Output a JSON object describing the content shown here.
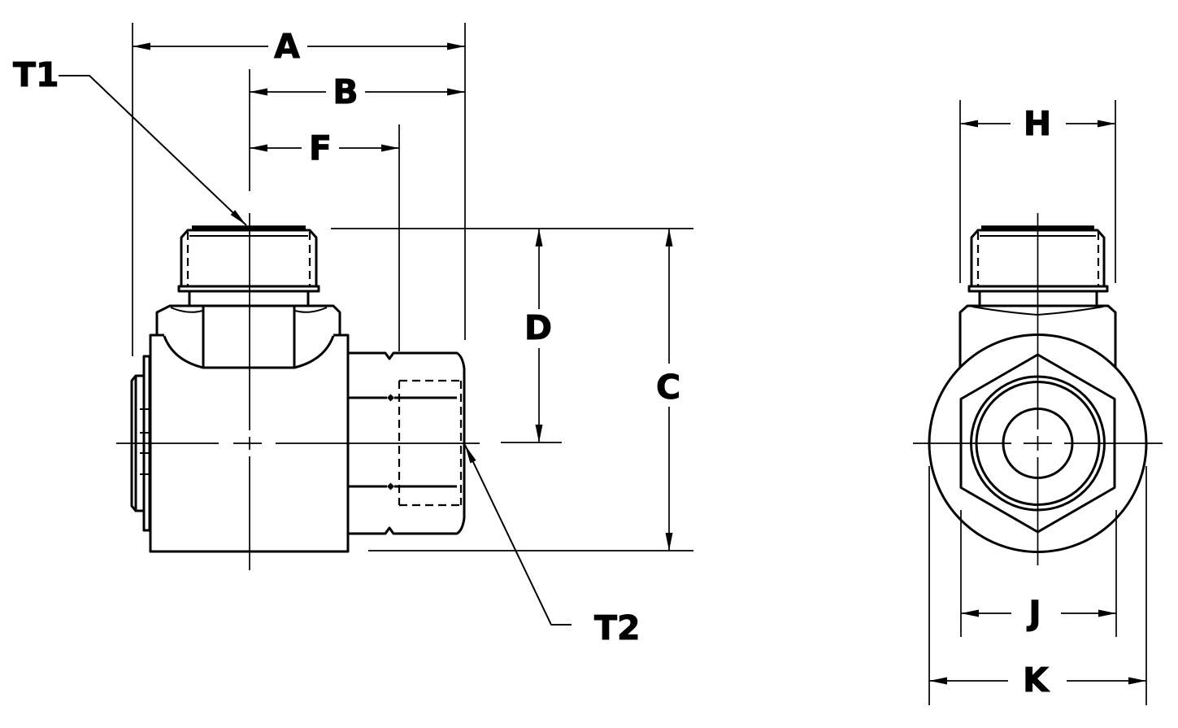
{
  "drawing": {
    "background_color": "#ffffff",
    "line_color": "#000000",
    "labels": {
      "dim_a": "A",
      "dim_b": "B",
      "dim_c": "C",
      "dim_d": "D",
      "dim_f": "F",
      "dim_h": "H",
      "dim_j": "J",
      "dim_k": "K",
      "thread_t1": "T1",
      "thread_t2": "T2"
    }
  }
}
